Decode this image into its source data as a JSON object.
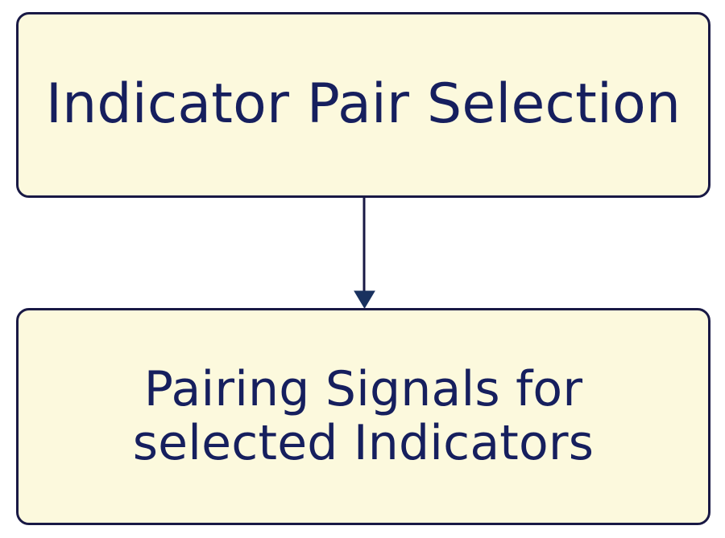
{
  "diagram": {
    "type": "flowchart",
    "orientation": "top-to-bottom",
    "background_color": "#ffffff",
    "node_fill_color": "#fcf9dd",
    "node_border_color": "#191945",
    "node_text_color": "#161f5e",
    "edge_color": "#191945",
    "nodes": [
      {
        "id": "indicator-pair-selection",
        "label": "Indicator Pair Selection"
      },
      {
        "id": "pairing-signals",
        "label": "Pairing Signals for\nselected Indicators"
      }
    ],
    "edges": [
      {
        "id": "edge-1",
        "from": "indicator-pair-selection",
        "to": "pairing-signals",
        "label": "",
        "arrowhead": "triangle-filled"
      }
    ]
  }
}
